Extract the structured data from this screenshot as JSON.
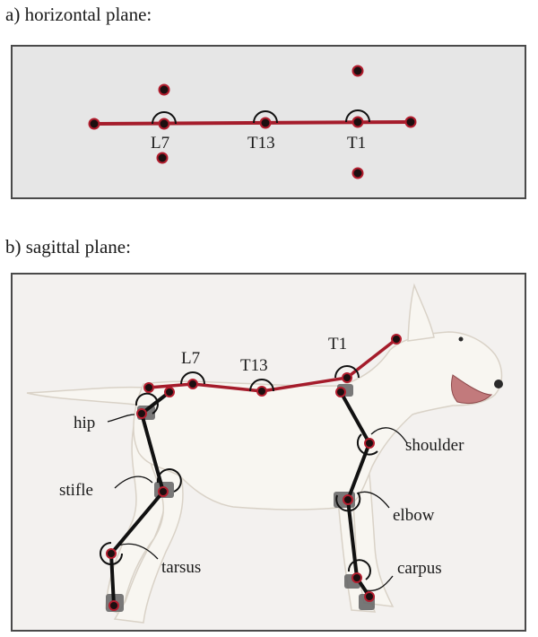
{
  "headings": {
    "horizontal": "a) horizontal plane:",
    "sagittal": "b) sagittal plane:"
  },
  "horizontal_labels": {
    "l7": "L7",
    "t13": "T13",
    "t1": "T1"
  },
  "sagittal_labels": {
    "l7": "L7",
    "t13": "T13",
    "t1": "T1",
    "hip": "hip",
    "stifle": "stifle",
    "tarsus": "tarsus",
    "shoulder": "shoulder",
    "elbow": "elbow",
    "carpus": "carpus"
  },
  "colors": {
    "spine_line": "#a51c2b",
    "limb_line": "#111111",
    "marker_fill": "#1c0f10",
    "marker_ring": "#b31d2e",
    "panel_a_bg": "#e6e6e6",
    "panel_border": "#4a4a4a"
  },
  "icons": [
    "dog-photo",
    "reflective-marker",
    "angle-arc"
  ]
}
